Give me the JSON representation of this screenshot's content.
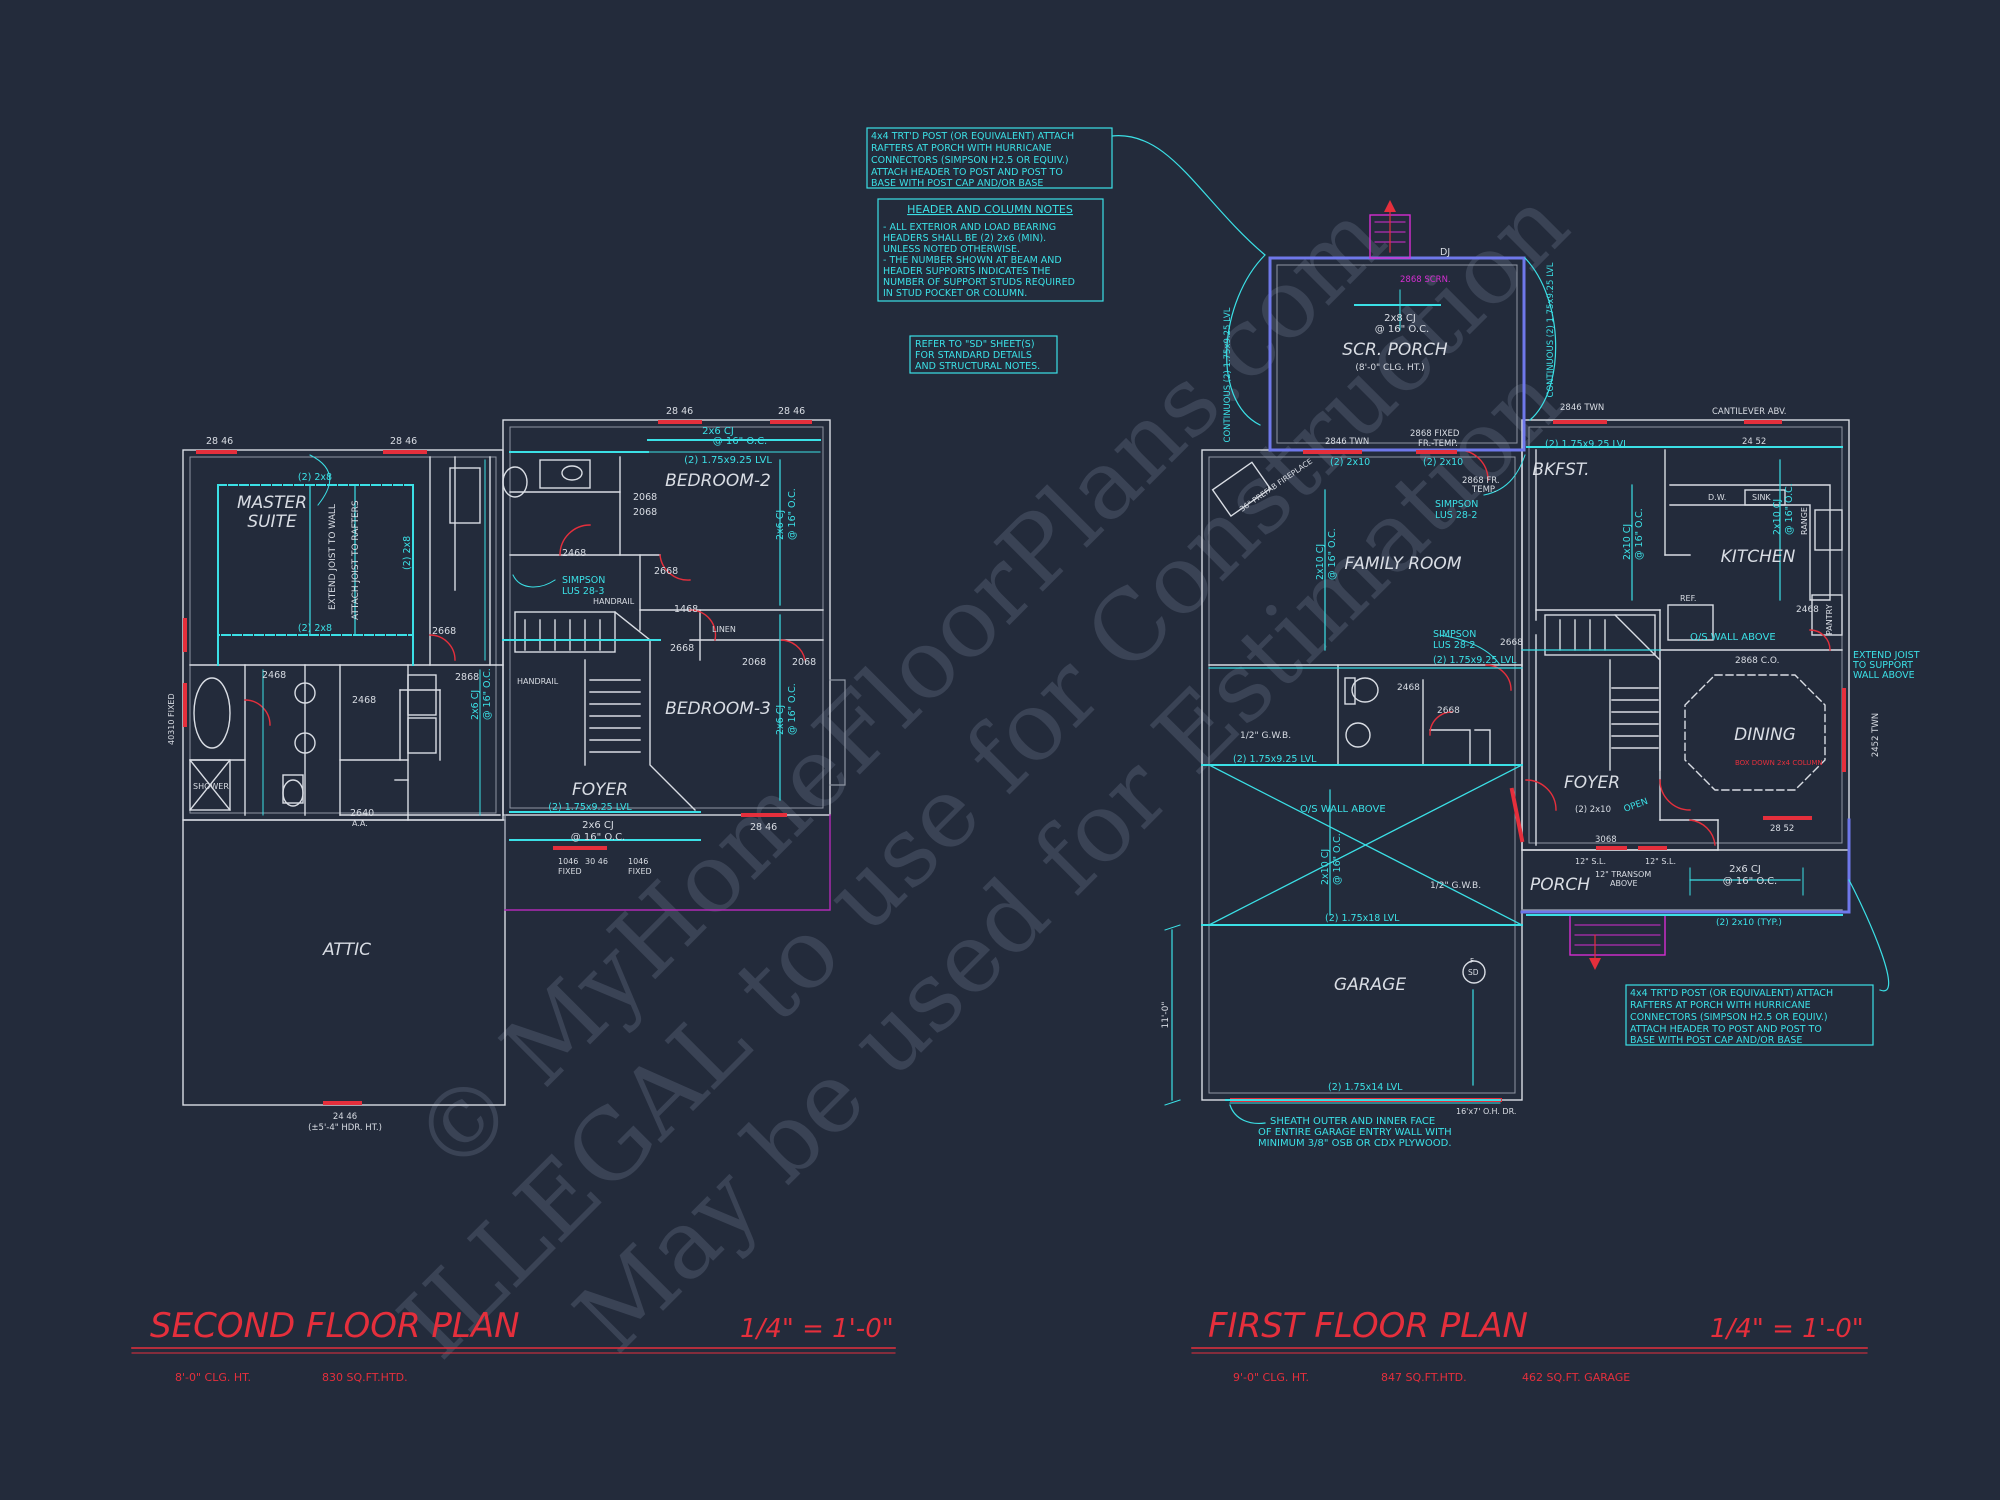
{
  "watermark": {
    "line1": "© MyHomeFloorPlans.com",
    "line2": "ILLEGAL to use for Construction",
    "line3": "May be used for Estimation"
  },
  "notes": {
    "post_note_top": [
      "4x4 TRT'D POST (OR EQUIVALENT) ATTACH",
      "RAFTERS AT PORCH WITH HURRICANE",
      "CONNECTORS (SIMPSON H2.5 OR EQUIV.)",
      "ATTACH HEADER TO POST AND POST TO",
      "BASE WITH POST CAP AND/OR BASE"
    ],
    "header_notes_title": "HEADER AND COLUMN NOTES",
    "header_notes": [
      "- ALL EXTERIOR AND LOAD BEARING",
      "HEADERS SHALL BE (2) 2x6 (MIN).",
      "UNLESS NOTED OTHERWISE.",
      "- THE NUMBER SHOWN AT BEAM AND",
      "HEADER SUPPORTS INDICATES THE",
      "NUMBER OF SUPPORT STUDS REQUIRED",
      "IN STUD POCKET OR COLUMN."
    ],
    "refer_note": [
      "REFER TO \"SD\" SHEET(S)",
      "FOR STANDARD DETAILS",
      "AND STRUCTURAL NOTES."
    ],
    "post_note_bottom": [
      "4x4 TRT'D POST (OR EQUIVALENT) ATTACH",
      "RAFTERS AT PORCH WITH HURRICANE",
      "CONNECTORS (SIMPSON H2.5 OR EQUIV.)",
      "ATTACH HEADER TO POST AND POST TO",
      "BASE WITH POST CAP AND/OR BASE"
    ],
    "sheath_note": [
      "SHEATH OUTER AND INNER FACE",
      "OF ENTIRE GARAGE ENTRY WALL WITH",
      "MINIMUM 3/8\" OSB OR CDX PLYWOOD."
    ],
    "extend_joist": [
      "EXTEND JOIST",
      "TO SUPPORT",
      "WALL ABOVE"
    ]
  },
  "second_floor": {
    "title": "SECOND   FLOOR   PLAN",
    "scale": "1/4\" = 1'-0\"",
    "ceiling": "8'-0\" CLG. HT.",
    "area": "830 SQ.FT.HTD.",
    "rooms": {
      "master": "MASTER",
      "suite": "SUITE",
      "bedroom2": "BEDROOM-2",
      "bedroom3": "BEDROOM-3",
      "foyer": "FOYER",
      "attic": "ATTIC"
    },
    "labels": {
      "l1": "28 46",
      "l2": "28 46",
      "l3": "28 46",
      "l4": "28 46",
      "l5": "28 46",
      "cj_top": "2x6 CJ",
      "oc_top": "@ 16\" O.C.",
      "lvl_top": "(2) 1.75x9.25 LVL",
      "master_2x8a": "(2) 2x8",
      "master_2x8b": "(2) 2x8",
      "simpson_a": "SIMPSON",
      "simpson_a2": "LUS 28-3",
      "handrail": "HANDRAIL",
      "d2468a": "2468",
      "d2068a": "2068",
      "d2068b": "2068",
      "d2668a": "2668",
      "d1468": "1468",
      "linen": "LINEN",
      "d2668b": "2668",
      "d2068c": "2068",
      "d2068d": "2068",
      "d2468b": "2468",
      "d2468c": "2468",
      "d2868": "2868",
      "d2668c": "2668",
      "d2640": "2640",
      "aa": "A.A.",
      "shower": "SHOWER",
      "fixed": "40310 FIXED",
      "handrail2": "HANDRAIL",
      "lvl_foyer": "(2) 1.75x9.25 LVL",
      "cj_foyer": "2x6 CJ",
      "oc_foyer": "@ 16\" O.C.",
      "f1046a": "1046",
      "fixed_a": "FIXED",
      "f3046": "30 46",
      "f1046b": "1046",
      "fixed_b": "FIXED",
      "attic_door": "24 46",
      "attic_hdr": "(±5'-4\" HDR. HT.)",
      "extend_a": "EXTEND JOIST TO WALL",
      "extend_b": "ATTACH JOIST TO RAFTERS",
      "cj_bed2": "2x6 CJ",
      "oc_bed2": "@ 16\" O.C.",
      "cj_bed3": "2x6 CJ",
      "oc_bed3": "@ 16\" O.C.",
      "cj_hall": "2x6 CJ",
      "oc_hall": "@ 16\" O.C.",
      "two_2x8_hall": "(2) 2x8"
    }
  },
  "first_floor": {
    "title": "FIRST   FLOOR   PLAN",
    "scale": "1/4\" = 1'-0\"",
    "ceiling": "9'-0\" CLG. HT.",
    "area": "847 SQ.FT.HTD.",
    "garage_area": "462 SQ.FT. GARAGE",
    "rooms": {
      "scr_porch": "SCR. PORCH",
      "scr_clg": "(8'-0\" CLG. HT.)",
      "family": "FAMILY ROOM",
      "bkfst": "BKFST.",
      "kitchen": "KITCHEN",
      "dining": "DINING",
      "foyer": "FOYER",
      "porch": "PORCH",
      "garage": "GARAGE"
    },
    "labels": {
      "dj1": "DJ",
      "scrn": "2868 SCRN.",
      "cj_porch": "2x8 CJ",
      "oc_porch": "@ 16\" O.C.",
      "cont_l": "CONTINUOUS (2) 1.75x9.25 LVL",
      "cont_r": "CONTINUOUS (2) 1.75x9.25 LVL",
      "twn_a": "2846 TWN",
      "twn_b": "2846 TWN",
      "d2868fixed": "2868 FIXED",
      "frtemp": "FR.-TEMP.",
      "two2x10a": "(2) 2x10",
      "two2x10b": "(2) 2x10",
      "d2868fr": "2868 FR.",
      "temp": "TEMP.",
      "simpson_b": "SIMPSON",
      "simpson_b2": "LUS 28-2",
      "prefab": "36\" PREFAB FIREPLACE",
      "lvl_bk": "(2) 1.75x9.25 LVL",
      "cant": "CANTILEVER ABV.",
      "w2452": "24 52",
      "dw": "D.W.",
      "sink": "SINK",
      "range": "RANGE",
      "ref": "REF.",
      "pantry": "PANTRY",
      "d2468k": "2468",
      "ow_above": "O/S WALL ABOVE",
      "co": "2868 C.O.",
      "bk_cj": "2x10 CJ",
      "bk_oc": "@ 16\" O.C.",
      "fr_cj": "2x10 CJ",
      "fr_oc": "@ 16\" O.C.",
      "kit_cj": "2x10 CJ",
      "kit_oc": "@ 16\" O.C.",
      "simpson_c": "SIMPSON",
      "simpson_c2": "LUS 28-2",
      "d2668f": "2668",
      "lvl_mid": "(2) 1.75x9.25 LVL",
      "d2468f": "2468",
      "d2668g": "2668",
      "gwb": "1/2\" G.W.B.",
      "lvl_fam": "(2) 1.75x9.25 LVL",
      "ow_above2": "O/S WALL ABOVE",
      "gwb2": "1/2\" G.W.B.",
      "cj_gar": "2x10 CJ",
      "oc_gar": "@ 16\" O.C.",
      "lvl18": "(2) 1.75x18 LVL",
      "w2852": "28 52",
      "hdr_d": "(2) 2x10",
      "open": "OPEN",
      "d3068": "3068",
      "sl1": "12\" S.L.",
      "sl2": "12\" S.L.",
      "transom": "12\" TRANSOM",
      "above": "ABOVE",
      "cj_porch2": "2x6 CJ",
      "oc_porch2": "@ 16\" O.C.",
      "hdr_typ": "(2) 2x10 (TYP.)",
      "w2452twn": "2452 TWN",
      "lvl14": "(2) 1.75x14 LVL",
      "oh": "16'x7' O.H. DR.",
      "eleven": "11'-0\"",
      "sd": "SD",
      "f": "F",
      "box_col": "BOX DOWN 2x4 COLUMN"
    }
  }
}
